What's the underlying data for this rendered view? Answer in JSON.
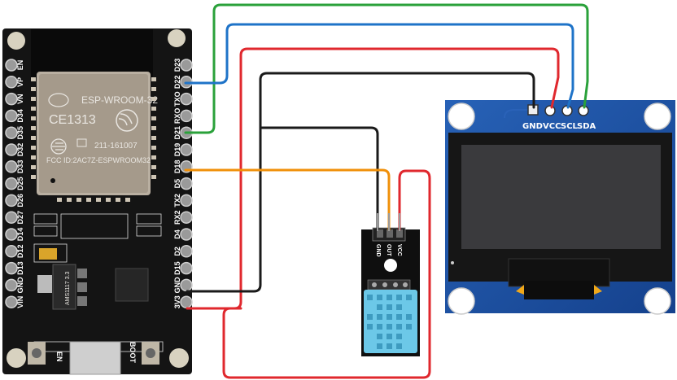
{
  "diagram": {
    "title": "ESP32 with DHT11 and SSD1306 OLED wiring",
    "esp32": {
      "module_name": "ESP-WROOM-32",
      "ce_mark": "CE1313",
      "cert_number": "211-161007",
      "fcc_id": "FCC ID:2AC7Z-ESPWROOM32",
      "regulator_text": "AMS1117 3.3",
      "button_en": "EN",
      "button_boot": "BOOT",
      "left_pins": [
        "EN",
        "VP",
        "VN",
        "D34",
        "D35",
        "D32",
        "D33",
        "D25",
        "D26",
        "D27",
        "D14",
        "D12",
        "D13",
        "GND",
        "VIN"
      ],
      "right_pins": [
        "D23",
        "D22",
        "TXO",
        "RXO",
        "D21",
        "D19",
        "D18",
        "D5",
        "TX2",
        "RX2",
        "D4",
        "D2",
        "D15",
        "GND",
        "3V3"
      ]
    },
    "oled": {
      "pins": [
        "GND",
        "VCC",
        "SCL",
        "SDA"
      ]
    },
    "dht": {
      "pins": [
        "GND",
        "OUT",
        "VCC"
      ]
    },
    "wires": [
      {
        "name": "sda-wire",
        "color": "#2aa13a",
        "from": "ESP32 D21",
        "to": "OLED SDA"
      },
      {
        "name": "scl-wire",
        "color": "#1e73c8",
        "from": "ESP32 D22",
        "to": "OLED SCL"
      },
      {
        "name": "vcc-wire",
        "color": "#e0282e",
        "from": "ESP32 3V3",
        "to": "OLED VCC / DHT VCC"
      },
      {
        "name": "gnd-wire",
        "color": "#1a1a1a",
        "from": "ESP32 GND",
        "to": "OLED GND / DHT GND"
      },
      {
        "name": "data-wire",
        "color": "#f0900a",
        "from": "ESP32 D18",
        "to": "DHT OUT"
      }
    ]
  }
}
